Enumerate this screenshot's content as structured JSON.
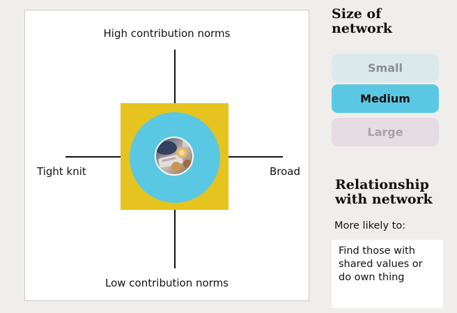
{
  "diagram": {
    "top_label": "High contribution norms",
    "bottom_label": "Low contribution norms",
    "left_label": "Tight knit",
    "right_label": "Broad",
    "colors": {
      "square": "#e5c41f",
      "ring": "#5bc8e3"
    }
  },
  "sidebar": {
    "size_heading": "Size of network",
    "size_options": [
      {
        "label": "Small",
        "selected": false
      },
      {
        "label": "Medium",
        "selected": true
      },
      {
        "label": "Large",
        "selected": false
      }
    ],
    "relationship_heading": "Relationship with network",
    "likely_label": "More likely to:",
    "answer_text": "Find those with shared values or do own thing"
  }
}
